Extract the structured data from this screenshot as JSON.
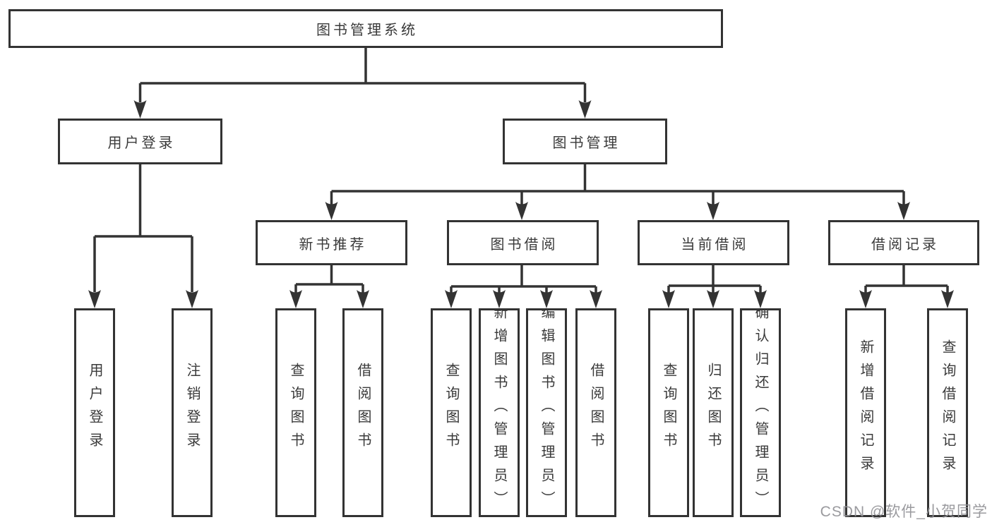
{
  "diagram": {
    "root": {
      "label": "图书管理系统"
    },
    "branches": [
      {
        "label": "用户登录",
        "children": [
          {
            "label": "用户登录"
          },
          {
            "label": "注销登录"
          }
        ]
      },
      {
        "label": "图书管理",
        "children": [
          {
            "label": "新书推荐",
            "children": [
              {
                "label": "查询图书"
              },
              {
                "label": "借阅图书"
              }
            ]
          },
          {
            "label": "图书借阅",
            "children": [
              {
                "label": "查询图书"
              },
              {
                "label": "新增图书（管理员）"
              },
              {
                "label": "编辑图书（管理员）"
              },
              {
                "label": "借阅图书"
              }
            ]
          },
          {
            "label": "当前借阅",
            "children": [
              {
                "label": "查询图书"
              },
              {
                "label": "归还图书"
              },
              {
                "label": "确认归还（管理员）"
              }
            ]
          },
          {
            "label": "借阅记录",
            "children": [
              {
                "label": "新增借阅记录"
              },
              {
                "label": "查询借阅记录"
              }
            ]
          }
        ]
      }
    ]
  },
  "watermark": {
    "text": "CSDN @软件_小贺同学"
  },
  "colors": {
    "line": "#333333",
    "text": "#3a3a3a",
    "background": "#ffffff",
    "watermark": "#919196"
  }
}
